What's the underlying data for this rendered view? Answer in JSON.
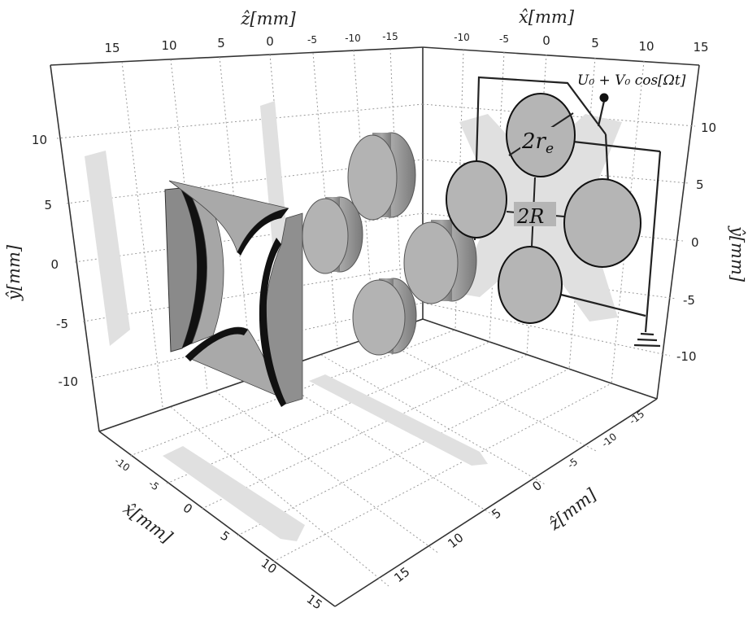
{
  "axes": {
    "z_top": {
      "label": "ẑ[mm]",
      "ticks": [
        "15",
        "10",
        "5",
        "0",
        "-5",
        "-10",
        "-15"
      ]
    },
    "x_top": {
      "label": "x̂[mm]",
      "ticks": [
        "-10",
        "-5",
        "0",
        "5",
        "10",
        "15"
      ]
    },
    "y_left": {
      "label": "ŷ[mm]",
      "ticks": [
        "10",
        "5",
        "0",
        "-5",
        "-10"
      ]
    },
    "y_right": {
      "label": "ŷ[mm]",
      "ticks": [
        "10",
        "5",
        "0",
        "-5",
        "-10"
      ]
    },
    "x_bottom": {
      "label": "x̂[mm]",
      "ticks": [
        "-10",
        "-5",
        "0",
        "5",
        "10",
        "15"
      ]
    },
    "z_bottom": {
      "label": "ẑ[mm]",
      "ticks": [
        "-15",
        "-10",
        "-5",
        "0",
        "5",
        "10",
        "15"
      ]
    }
  },
  "annotations": {
    "voltage": "U₀ + V₀ cos[Ωt]",
    "electrode_radius": "2r",
    "electrode_radius_sub": "e",
    "trap_radius": "2R"
  },
  "colors": {
    "electrode_face": "#b9b9b9",
    "electrode_side": "#8c8c8c",
    "shadow": "#e2e2e2",
    "wire": "#222222"
  }
}
